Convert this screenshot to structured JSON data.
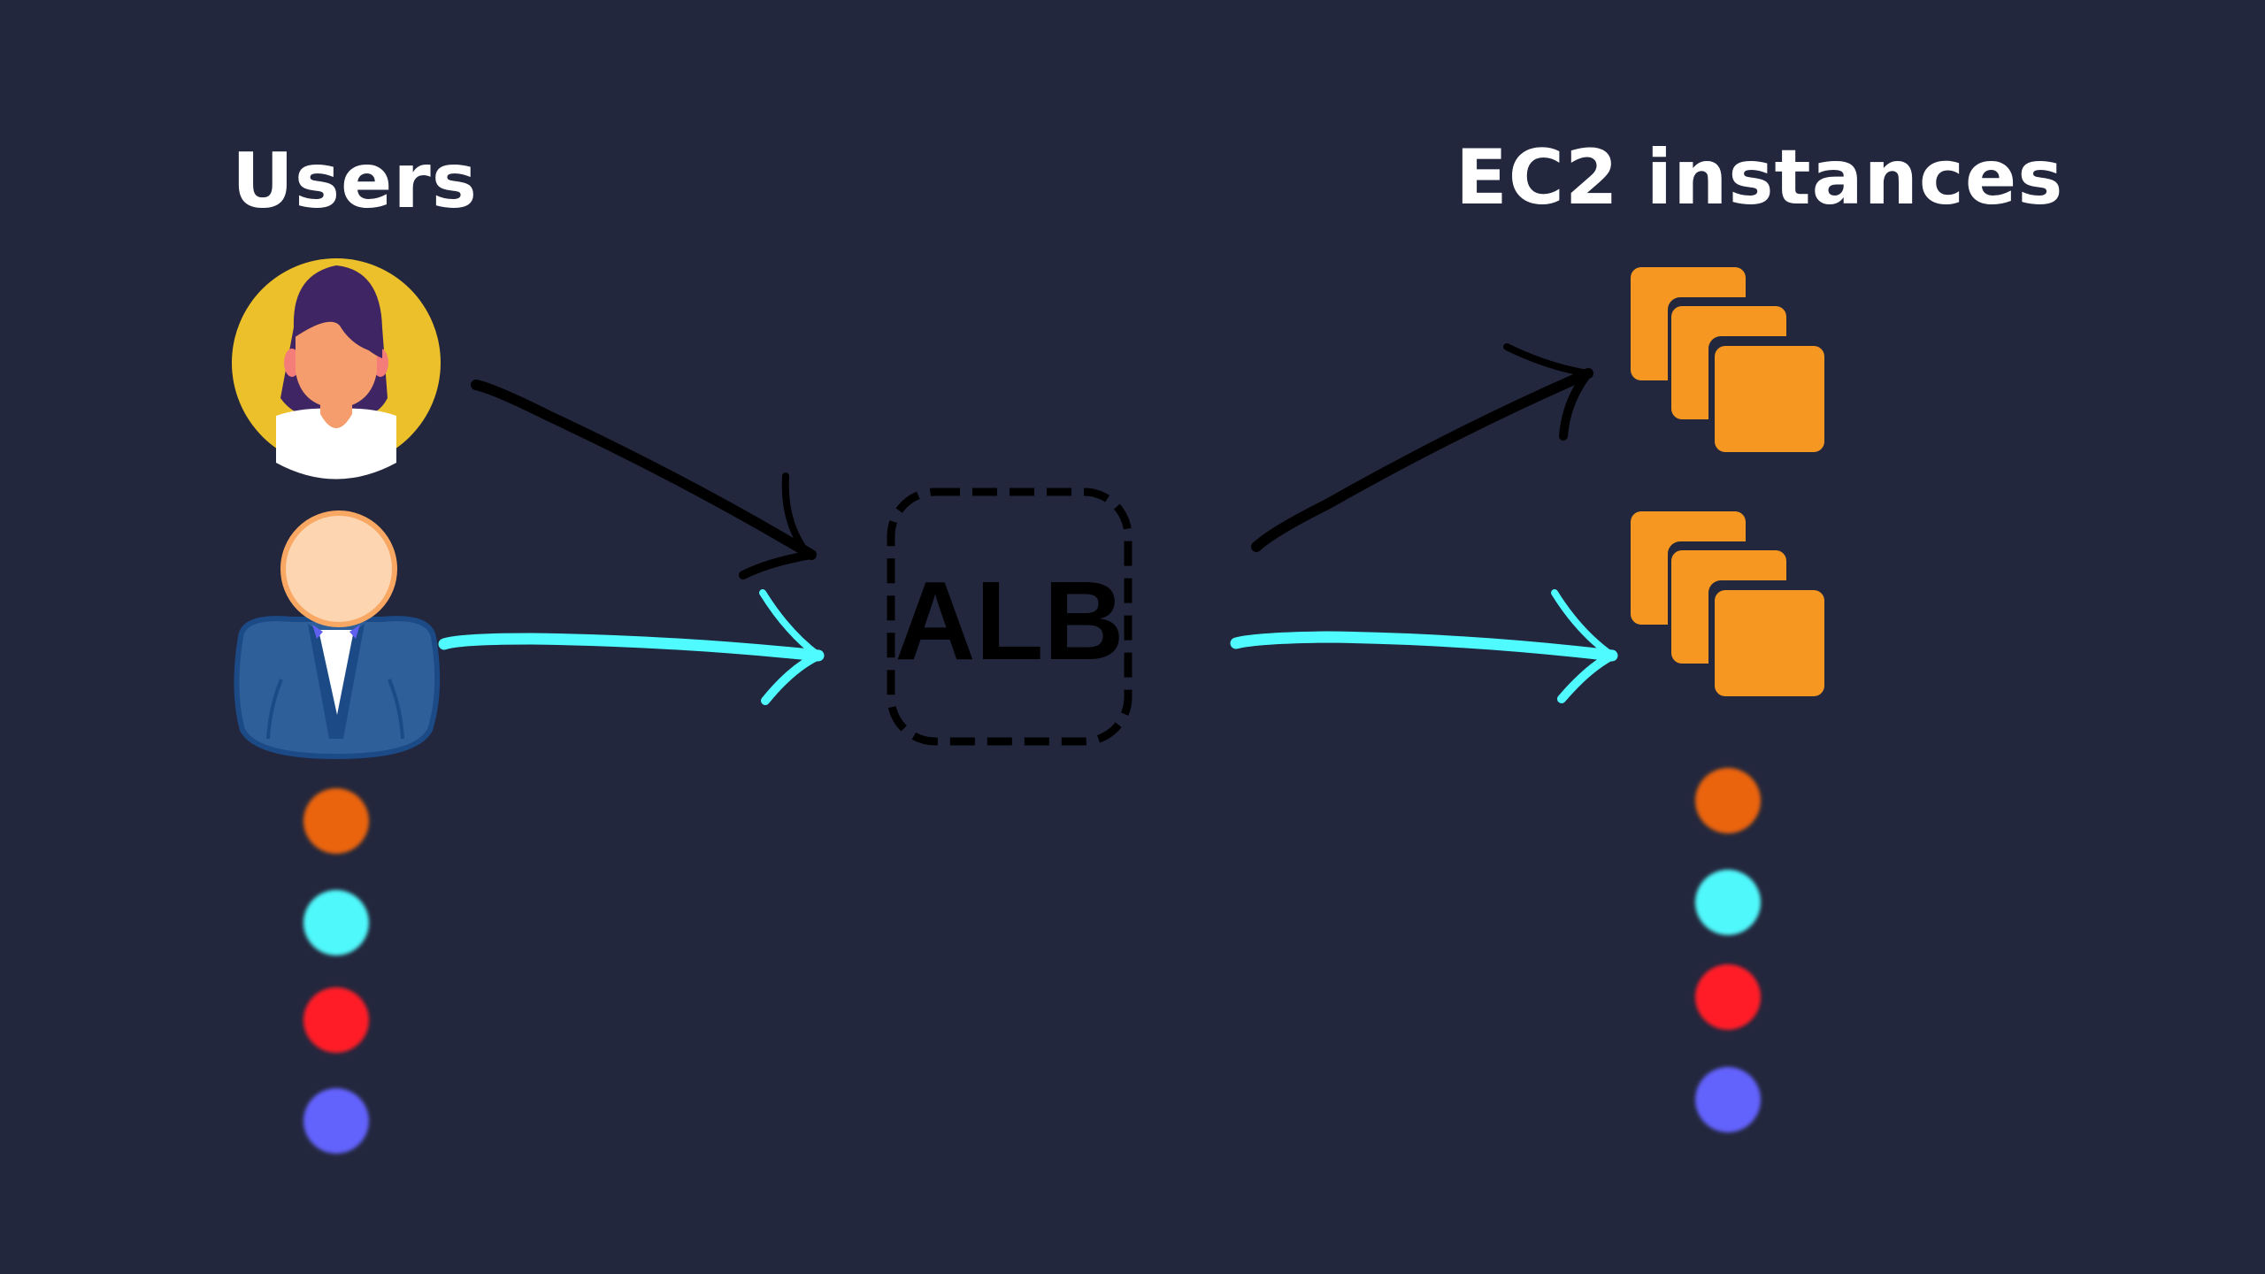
{
  "diagram": {
    "users_label": "Users",
    "ec2_label": "EC2 instances",
    "load_balancer_label": "ALB",
    "colors": {
      "background": "#23273d",
      "arrow_black": "#000000",
      "arrow_cyan": "#4ffbff",
      "ec2_orange": "#f59720",
      "avatar_yellow": "#ecc02a",
      "suit_blue": "#2e5f99"
    },
    "user_icons": [
      "woman-avatar-icon",
      "businessman-avatar-icon"
    ],
    "ec2_groups": [
      "ec2-instance-stack-icon",
      "ec2-instance-stack-icon"
    ],
    "request_dots": [
      {
        "name": "orange",
        "color": "#ea640f"
      },
      {
        "name": "cyan",
        "color": "#4ff8fb"
      },
      {
        "name": "red",
        "color": "#ff1c28"
      },
      {
        "name": "blue",
        "color": "#6262fd"
      }
    ]
  }
}
